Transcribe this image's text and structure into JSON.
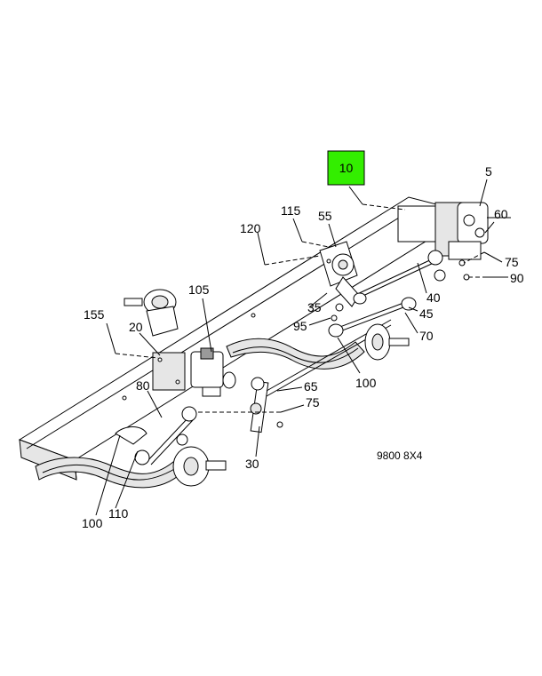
{
  "highlight": {
    "label": "10",
    "color": "#33ee00"
  },
  "callouts": {
    "c5": "5",
    "c60": "60",
    "c75a": "75",
    "c90": "90",
    "c40": "40",
    "c45": "45",
    "c70": "70",
    "c100a": "100",
    "c115": "115",
    "c55": "55",
    "c120": "120",
    "c35": "35",
    "c95": "95",
    "c105": "105",
    "c155": "155",
    "c20": "20",
    "c80": "80",
    "c65": "65",
    "c75b": "75",
    "c30": "30",
    "c100b": "100",
    "c110": "110"
  },
  "figure_code": "9800 8X4"
}
